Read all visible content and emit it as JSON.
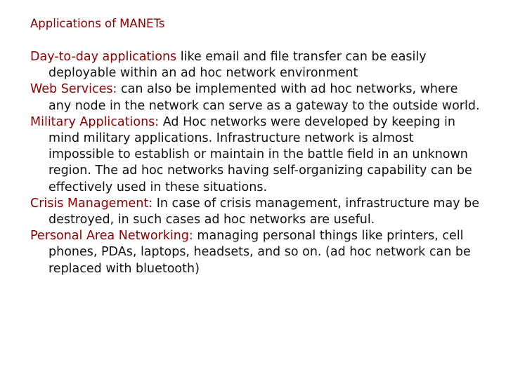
{
  "slide": {
    "title": "Applications of MANETs",
    "accent_color": "#8b0000",
    "text_color": "#111111",
    "items": [
      {
        "term": "Day-to-day applications",
        "desc": " like email and file transfer can be easily deployable within an ad hoc network environment"
      },
      {
        "term": "Web Services:",
        "desc": " can also be implemented with ad hoc networks, where any node in the network can serve as a gateway to the outside world."
      },
      {
        "term": "Military Applications:",
        "desc": " Ad Hoc networks were developed by keeping in mind military applications. Infrastructure network is almost impossible to establish or maintain in the battle field in an unknown region. The ad hoc networks having self-organizing capability can be effectively used in these situations."
      },
      {
        "term": "Crisis Management:",
        "desc": "  In case of crisis management, infrastructure may be destroyed, in such cases ad hoc networks are useful."
      },
      {
        "term": "Personal Area Networking:",
        "desc": " managing personal things like printers, cell phones, PDAs, laptops, headsets, and so on. (ad hoc  network can be replaced with bluetooth)"
      }
    ]
  }
}
